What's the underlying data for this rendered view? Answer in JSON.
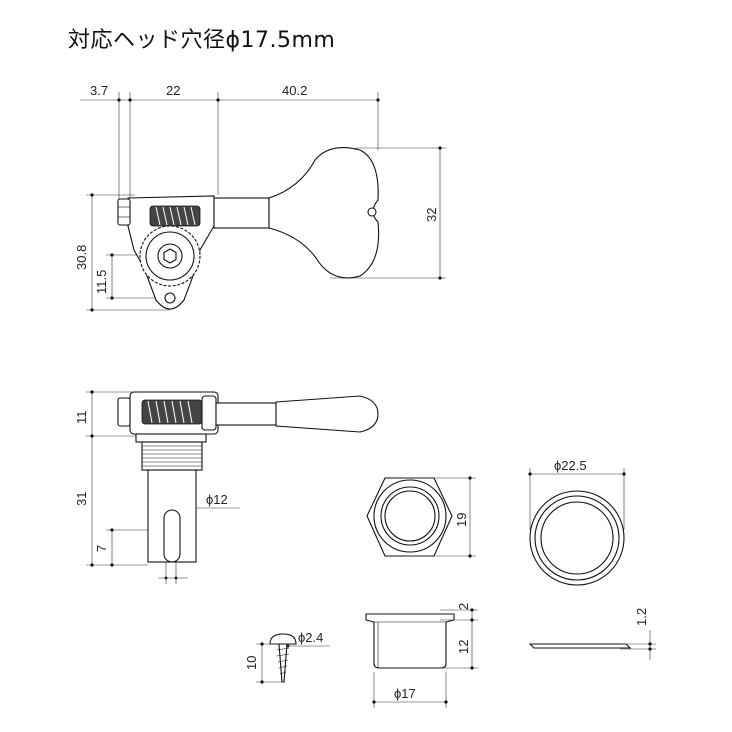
{
  "title": "対応ヘッド穴径ϕ17.5mm",
  "dimensions": {
    "top_a": "3.7",
    "top_b": "22",
    "top_c": "40.2",
    "key_height": "32",
    "body_height": "30.8",
    "gear_offset": "11.5",
    "side_height": "11",
    "post_length": "31",
    "post_dia": "ϕ12",
    "slot_depth": "7",
    "nut_height": "19",
    "washer_dia": "ϕ22.5",
    "screw_dia": "ϕ2.4",
    "screw_len": "10",
    "bush_flange": "2",
    "bush_height": "12",
    "bush_dia": "ϕ17",
    "washer_thick": "1.2"
  }
}
